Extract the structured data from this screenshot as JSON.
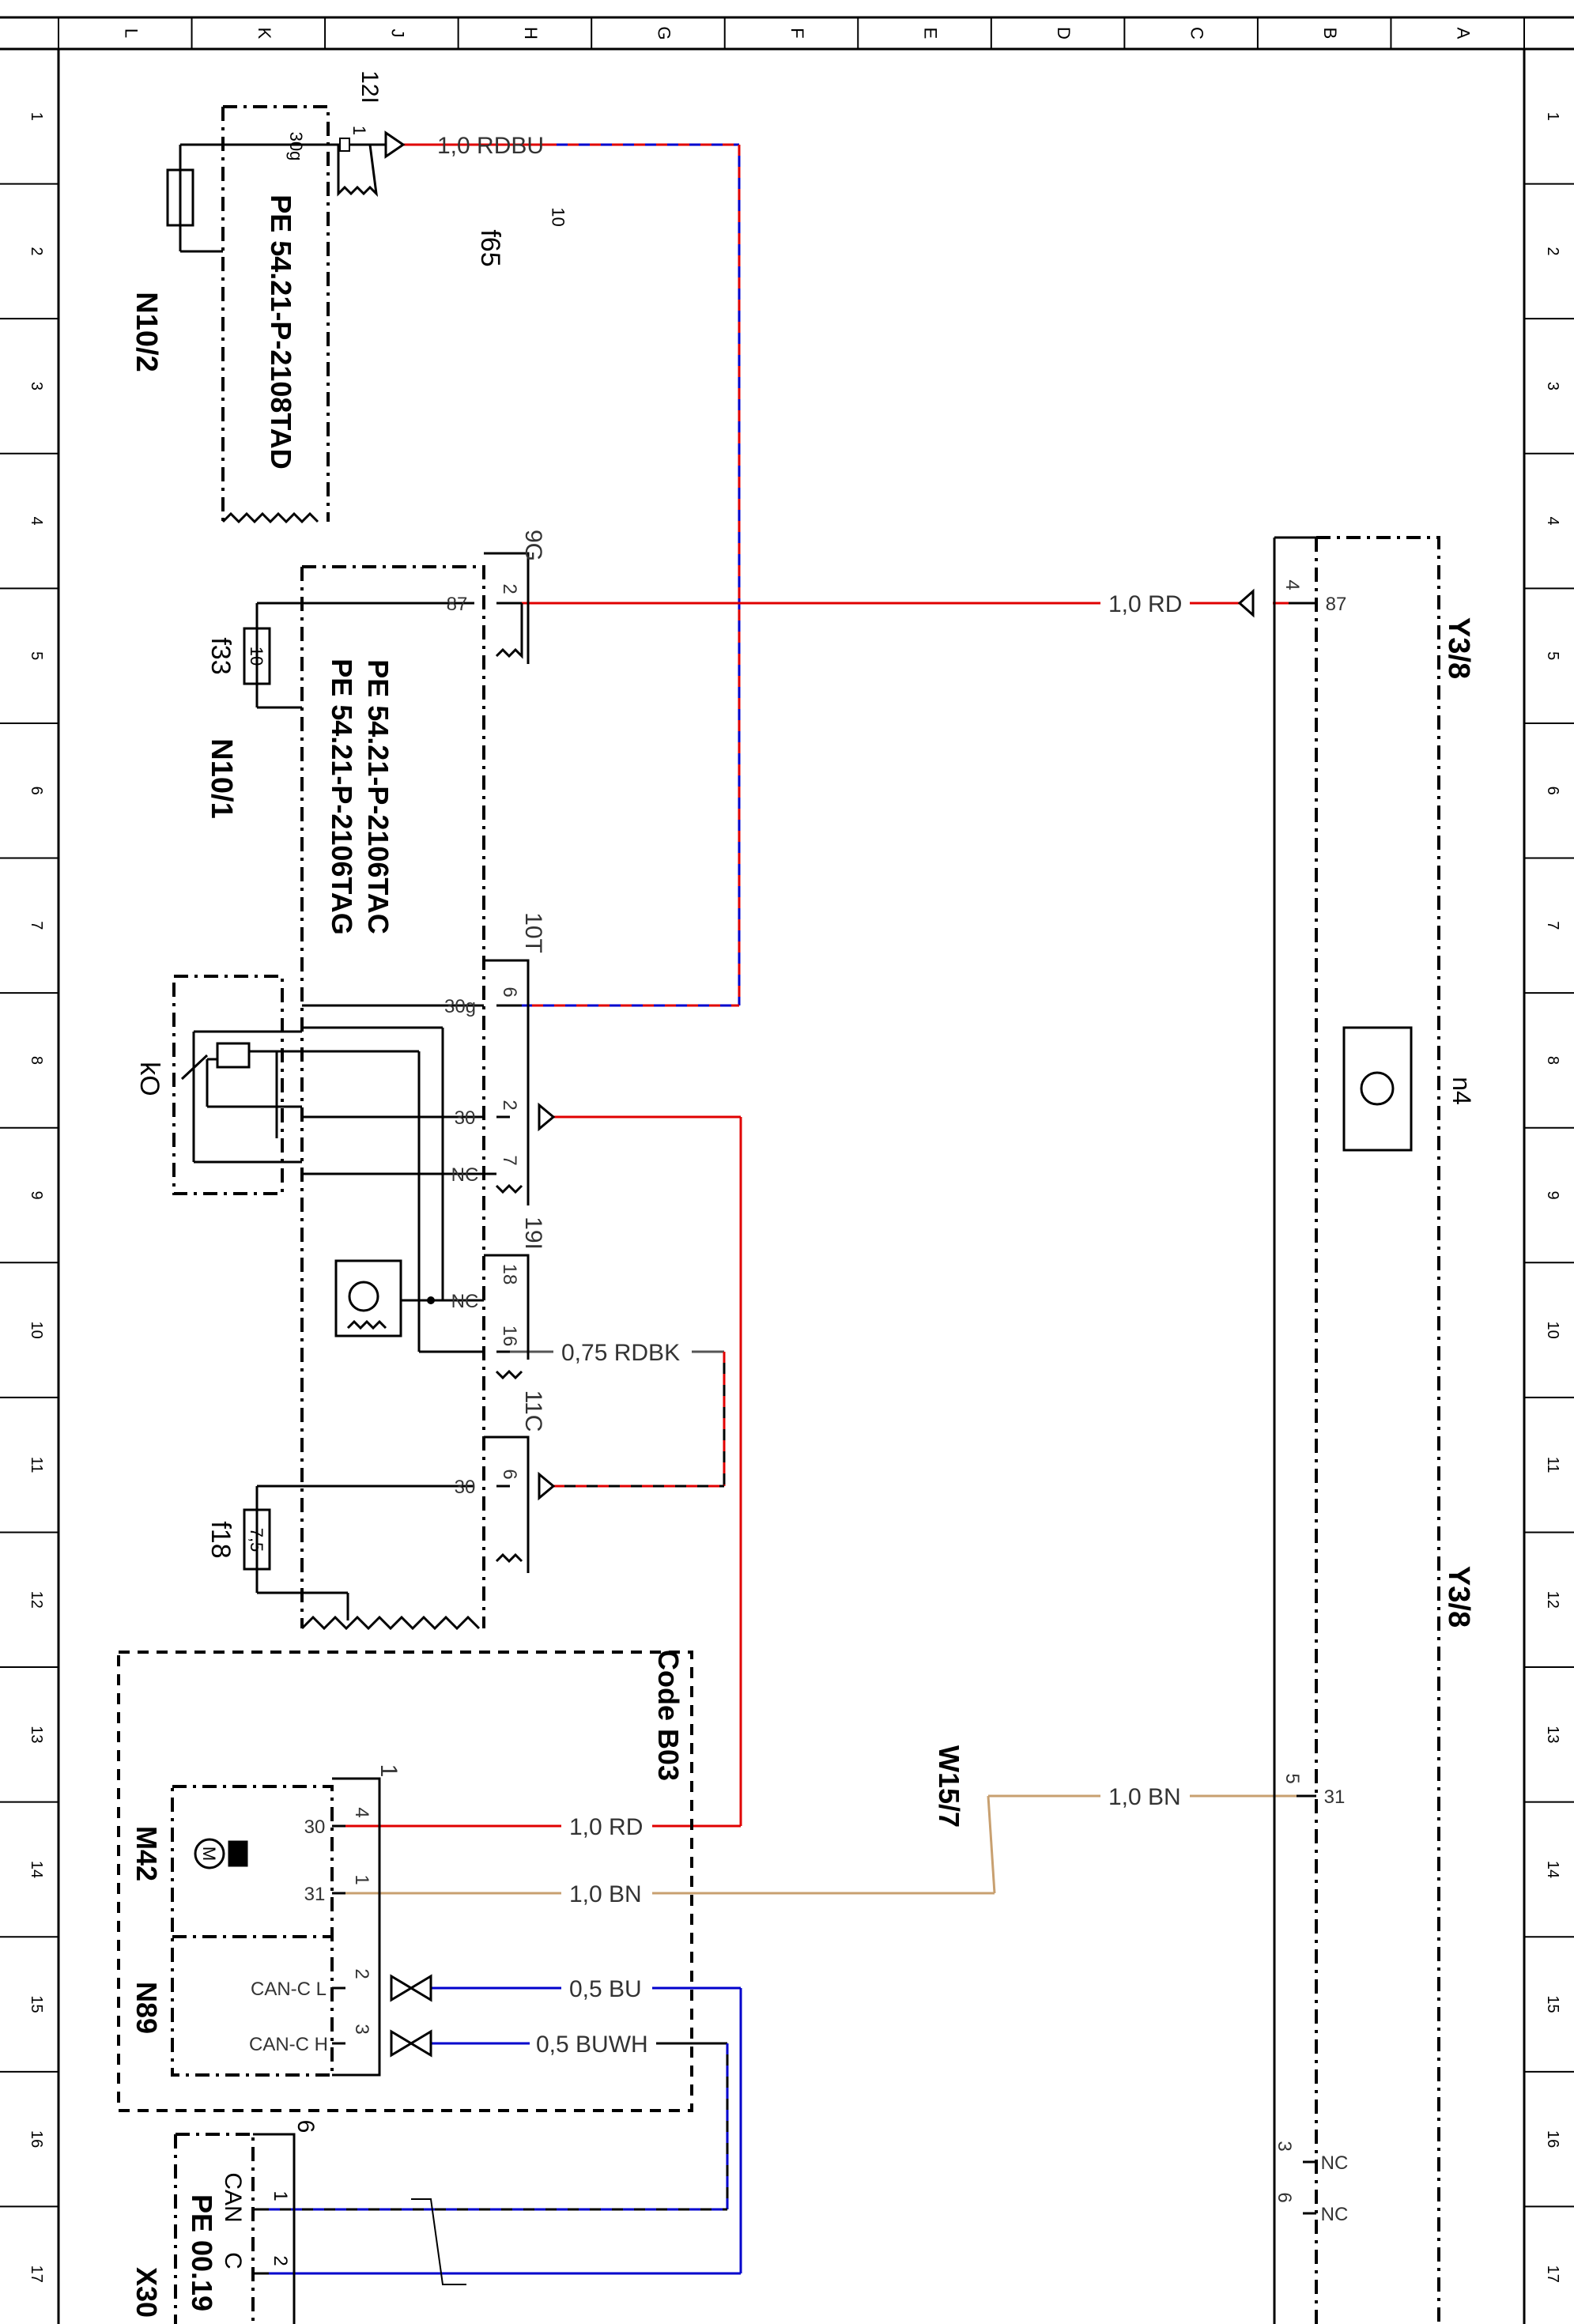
{
  "frame": {
    "columns": [
      "L",
      "K",
      "J",
      "H",
      "G",
      "F",
      "E",
      "D",
      "C",
      "B",
      "A"
    ],
    "rows": [
      "1",
      "2",
      "3",
      "4",
      "5",
      "6",
      "7",
      "8",
      "9",
      "10",
      "11",
      "12",
      "13",
      "14",
      "15",
      "16",
      "17"
    ]
  },
  "components": {
    "n10_2": {
      "name": "N10/2",
      "fuse_name": "f65",
      "fuse_value": "10",
      "ref": "PE 54.21-P-2108TAD",
      "connector": "12I",
      "pin_30g": "30g",
      "pin_1": "1"
    },
    "n10_1": {
      "name": "N10/1",
      "ref1": "PE 54.21-P-2106TAC",
      "ref2": "PE 54.21-P-2106TAG",
      "fuse_f33_name": "f33",
      "fuse_f33_value": "10",
      "fuse_f18_name": "f18",
      "fuse_f18_value": "7,5",
      "relay": "kO",
      "conn_9g": "9G",
      "pin_87": "87",
      "pin_2": "2",
      "conn_10t": "10T",
      "pin_30g": "30g",
      "pin_30": "30",
      "pin_nc": "NC",
      "pin_6": "6",
      "pin_2b": "2",
      "pin_7": "7",
      "conn_19i": "19I",
      "pin_nc2": "NC",
      "pin_18": "18",
      "pin_16": "16",
      "conn_11c": "11C",
      "pin_30b": "30",
      "pin_6b": "6"
    },
    "y3_8": {
      "name_top": "Y3/8",
      "name_bottom": "Y3/8",
      "inner": "n4",
      "pin_4": "4",
      "pin_87": "87",
      "pin_5": "5",
      "pin_31": "31",
      "pin_3": "3",
      "pin_6": "6",
      "nc1": "NC",
      "nc2": "NC"
    },
    "code": {
      "label": "Code B03",
      "m42": "M42",
      "n89": "N89",
      "motor": "M",
      "conn": "1",
      "pin_30": "30",
      "pin_4": "4",
      "pin_31": "31",
      "pin_1": "1",
      "can_l": "CAN-C L",
      "can_h": "CAN-C H",
      "pin_2": "2",
      "pin_3": "3"
    },
    "x30": {
      "name": "X30",
      "ref": "PE 00.19",
      "can": "CAN",
      "c": "C",
      "conn": "6",
      "pin_1": "1",
      "pin_2": "2"
    },
    "w15_7": {
      "name": "W15/7"
    }
  },
  "wires": {
    "rdbu": "1,0 RDBU",
    "rd87": "1,0 RD",
    "rdbk": "0,75 RDBK",
    "rd_m42": "1,0 RD",
    "bn_y38": "1,0 BN",
    "bn_m42": "1,0 BN",
    "bu": "0,5 BU",
    "buwh": "0,5 BUWH"
  },
  "colors": {
    "red": "#e00000",
    "blue": "#0000cc",
    "brown": "#c8a070",
    "black": "#000000",
    "gray": "#555555"
  }
}
